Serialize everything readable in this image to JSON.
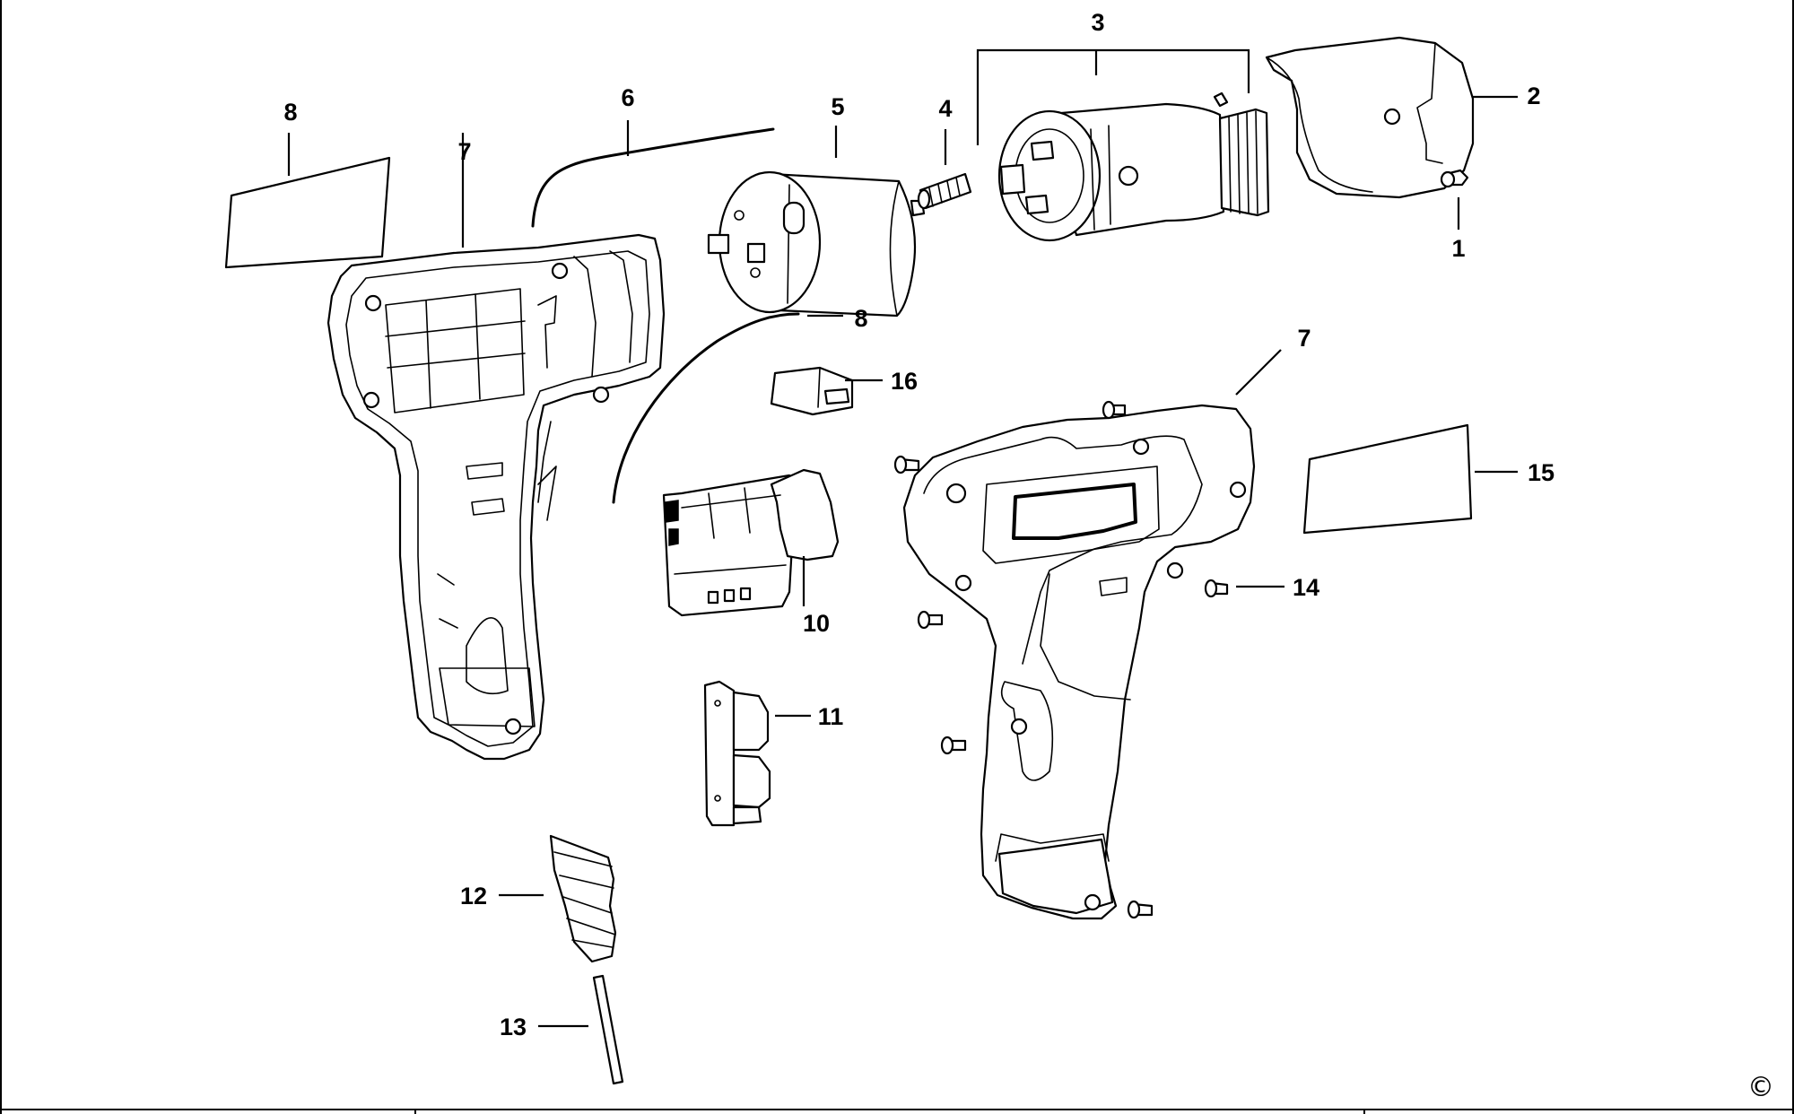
{
  "callouts": {
    "c1": "1",
    "c2": "2",
    "c3": "3",
    "c4": "4",
    "c5": "5",
    "c6": "6",
    "c7a": "7",
    "c7b": "7",
    "c8a": "8",
    "c8b": "8",
    "c10": "10",
    "c11": "11",
    "c12": "12",
    "c13": "13",
    "c14": "14",
    "c15": "15",
    "c16": "16"
  },
  "copyright_mark": "©"
}
